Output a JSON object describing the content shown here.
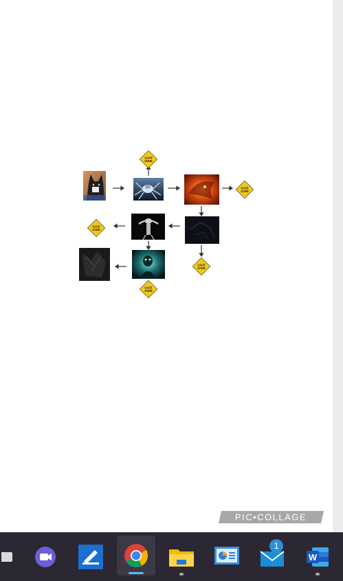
{
  "diagram": {
    "safe_zone_line1": "SAFE",
    "safe_zone_line2": "ZONE"
  },
  "watermark": {
    "text": "PIC•COLLAGE"
  },
  "taskbar": {
    "apps": [
      {
        "name": "partial-app",
        "icon": "window-icon"
      },
      {
        "name": "teams",
        "icon": "video-camera-icon"
      },
      {
        "name": "scanner",
        "icon": "scan-icon"
      },
      {
        "name": "chrome",
        "icon": "chrome-icon",
        "active": true
      },
      {
        "name": "file-explorer",
        "icon": "folder-icon"
      },
      {
        "name": "control-panel",
        "icon": "dashboard-icon"
      },
      {
        "name": "mail",
        "icon": "mail-icon",
        "badge": "1"
      },
      {
        "name": "word",
        "icon": "word-icon",
        "letter": "W"
      }
    ]
  },
  "colors": {
    "taskbar_bg": "#2b2733",
    "sign_yellow": "#f2c81c",
    "accent_blue": "#2d8fd5"
  }
}
